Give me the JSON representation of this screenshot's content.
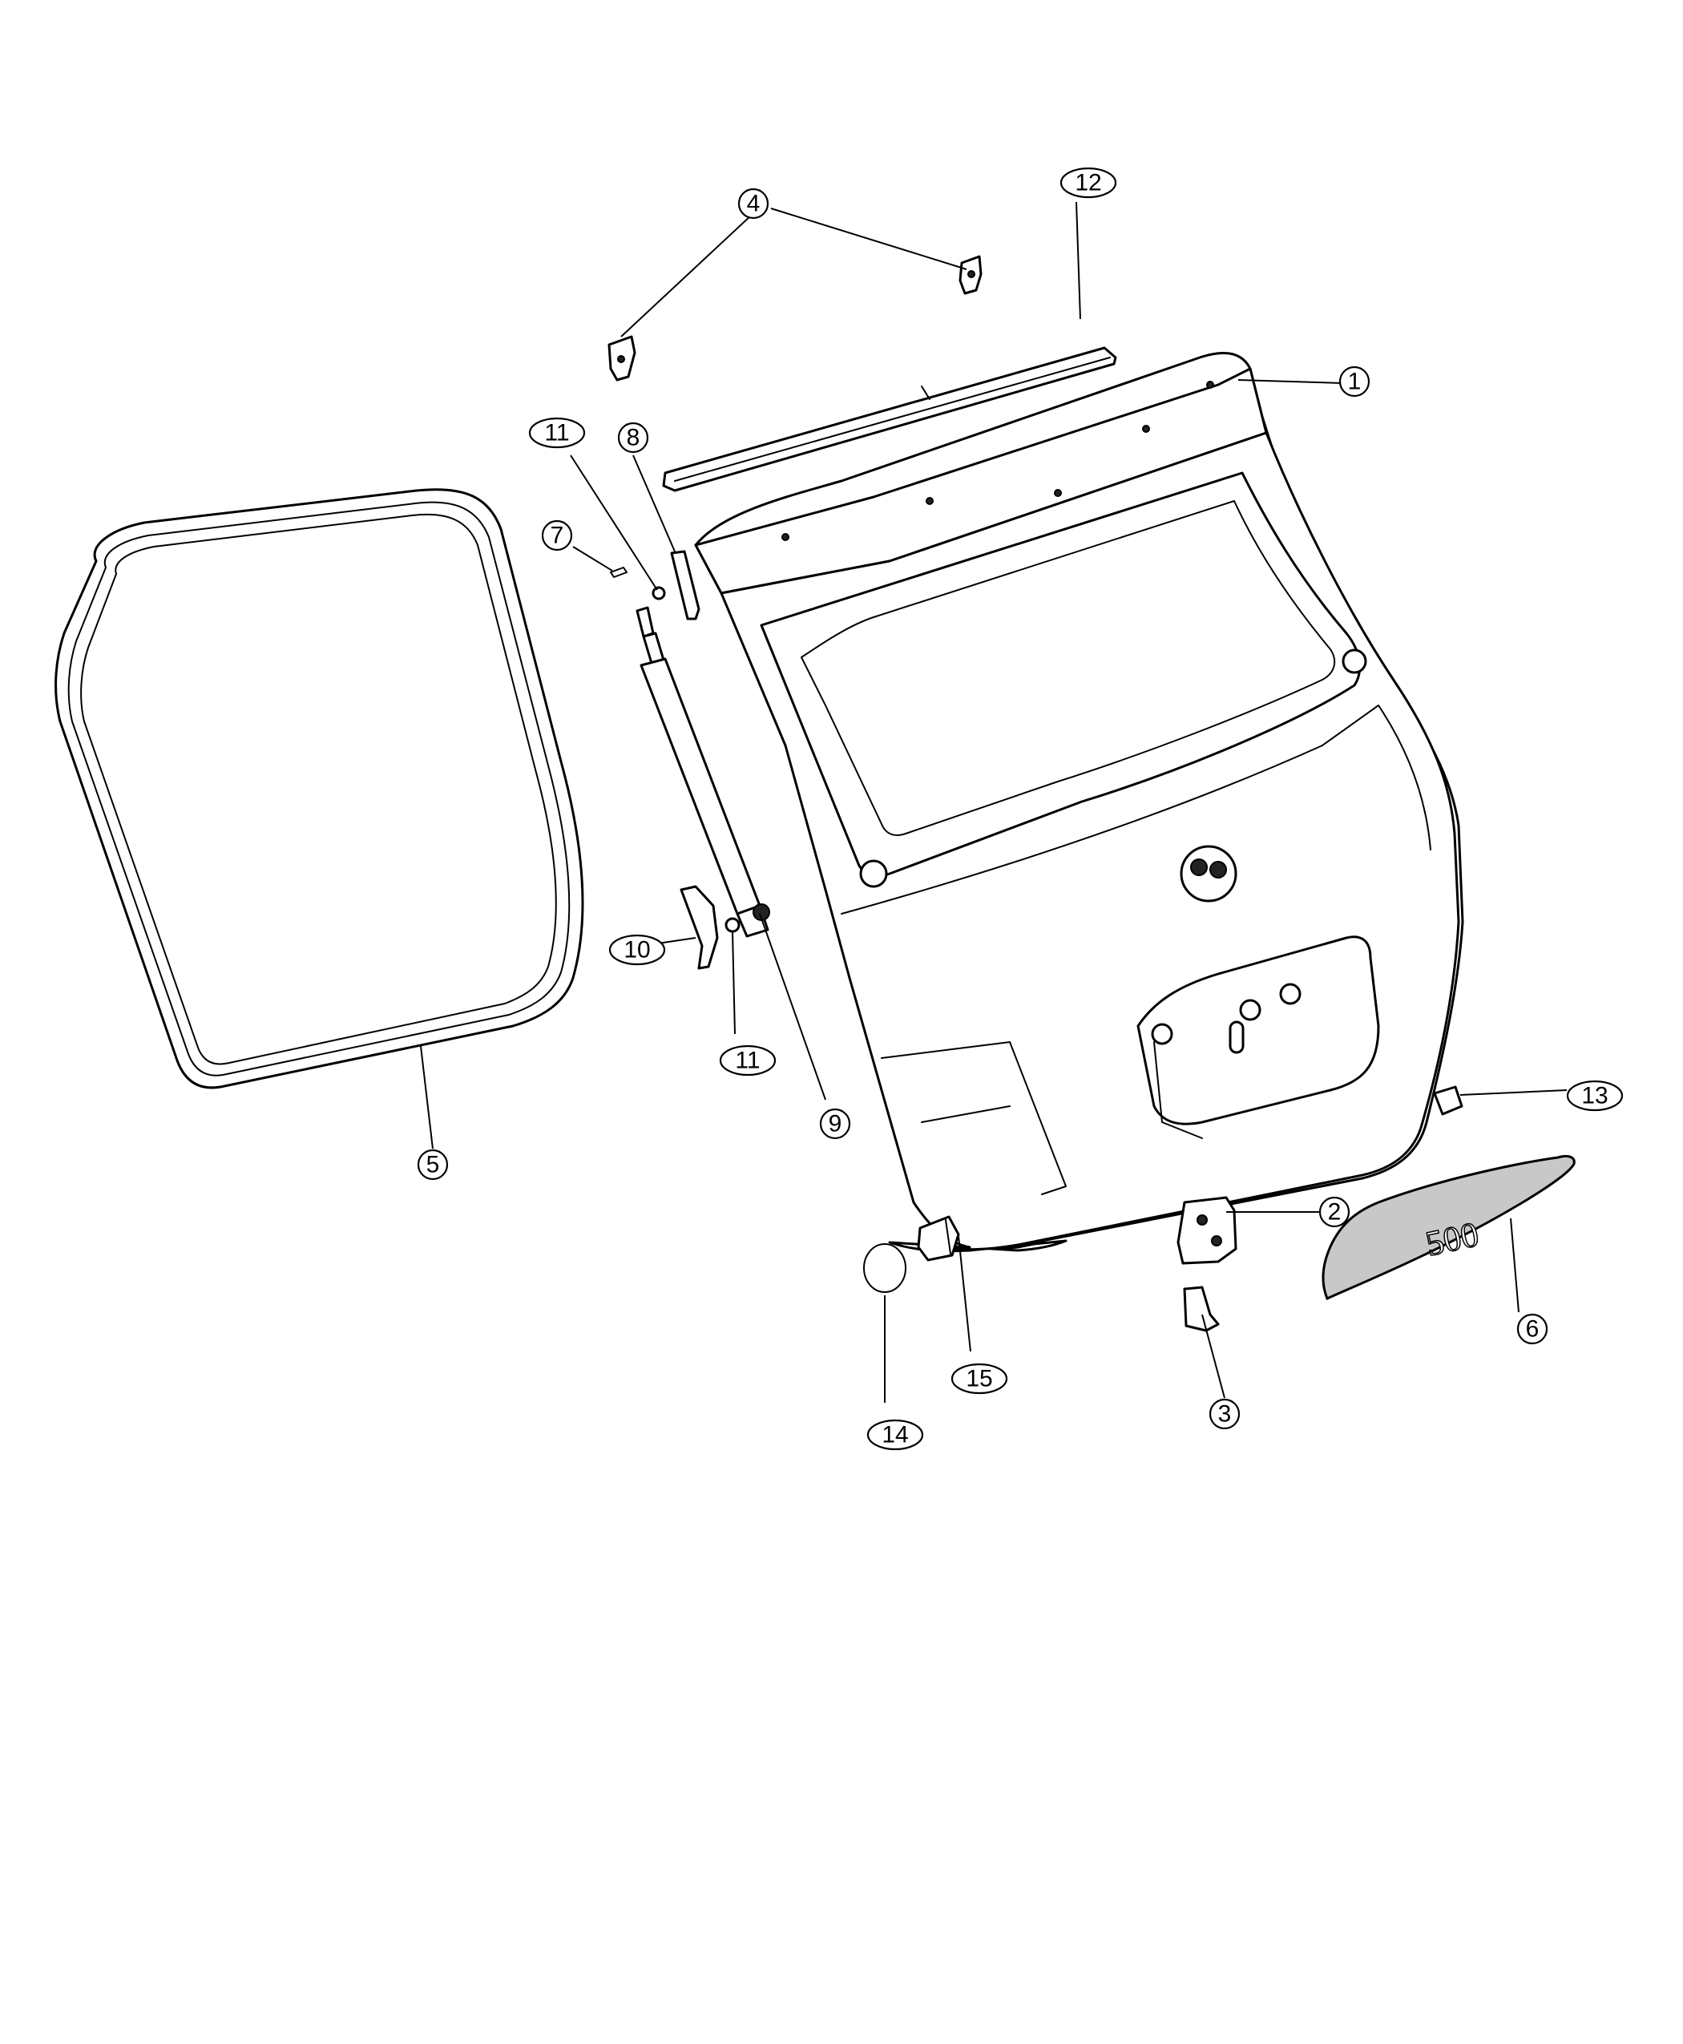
{
  "callouts": [
    {
      "id": "c1",
      "label": "1"
    },
    {
      "id": "c2",
      "label": "2"
    },
    {
      "id": "c3",
      "label": "3"
    },
    {
      "id": "c4",
      "label": "4"
    },
    {
      "id": "c5",
      "label": "5"
    },
    {
      "id": "c6",
      "label": "6"
    },
    {
      "id": "c7",
      "label": "7"
    },
    {
      "id": "c8",
      "label": "8"
    },
    {
      "id": "c9",
      "label": "9"
    },
    {
      "id": "c10",
      "label": "10"
    },
    {
      "id": "c11a",
      "label": "11"
    },
    {
      "id": "c11b",
      "label": "11"
    },
    {
      "id": "c12",
      "label": "12"
    },
    {
      "id": "c13",
      "label": "13"
    },
    {
      "id": "c14",
      "label": "14"
    },
    {
      "id": "c15",
      "label": "15"
    }
  ],
  "emblem": {
    "text": "500"
  }
}
